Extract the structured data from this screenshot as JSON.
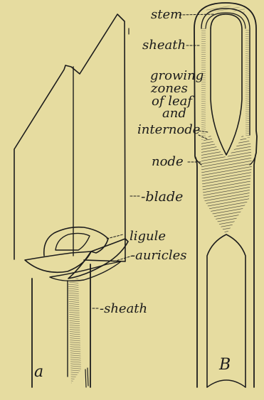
{
  "figure": {
    "background": "#e6dca0",
    "ink": "#1c1c1c",
    "panel_a": {
      "letter": "a",
      "labels": {
        "blade": "-blade",
        "ligule": "ligule",
        "auricles": "-auricles",
        "sheath": "-sheath"
      }
    },
    "panel_b": {
      "letter": "B",
      "labels": {
        "stem": "stem",
        "sheath": "sheath",
        "growing_1": "growing",
        "growing_2": "zones",
        "growing_3": "of leaf",
        "growing_4": "and",
        "growing_5": "internode",
        "node": "node"
      }
    }
  }
}
